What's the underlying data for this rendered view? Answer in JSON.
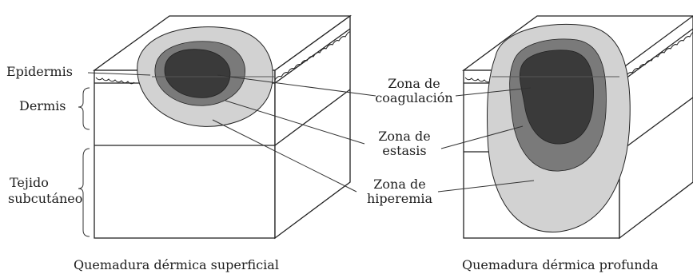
{
  "left_labels": {
    "epidermis": "Epidermis",
    "dermis": "Dermis",
    "tejido_line1": "Tejido",
    "tejido_line2": "subcutáneo"
  },
  "zones": {
    "coagulation_line1": "Zona de",
    "coagulation_line2": "coagulación",
    "stasis_line1": "Zona de",
    "stasis_line2": "estasis",
    "hyperemia_line1": "Zona de",
    "hyperemia_line2": "hiperemia"
  },
  "captions": {
    "left": "Quemadura dérmica superficial",
    "right": "Quemadura dérmica profunda"
  },
  "colors": {
    "coagulation": "#3a3a3a",
    "stasis": "#7a7a7a",
    "hyperemia": "#d2d2d2",
    "outline": "#222222"
  }
}
